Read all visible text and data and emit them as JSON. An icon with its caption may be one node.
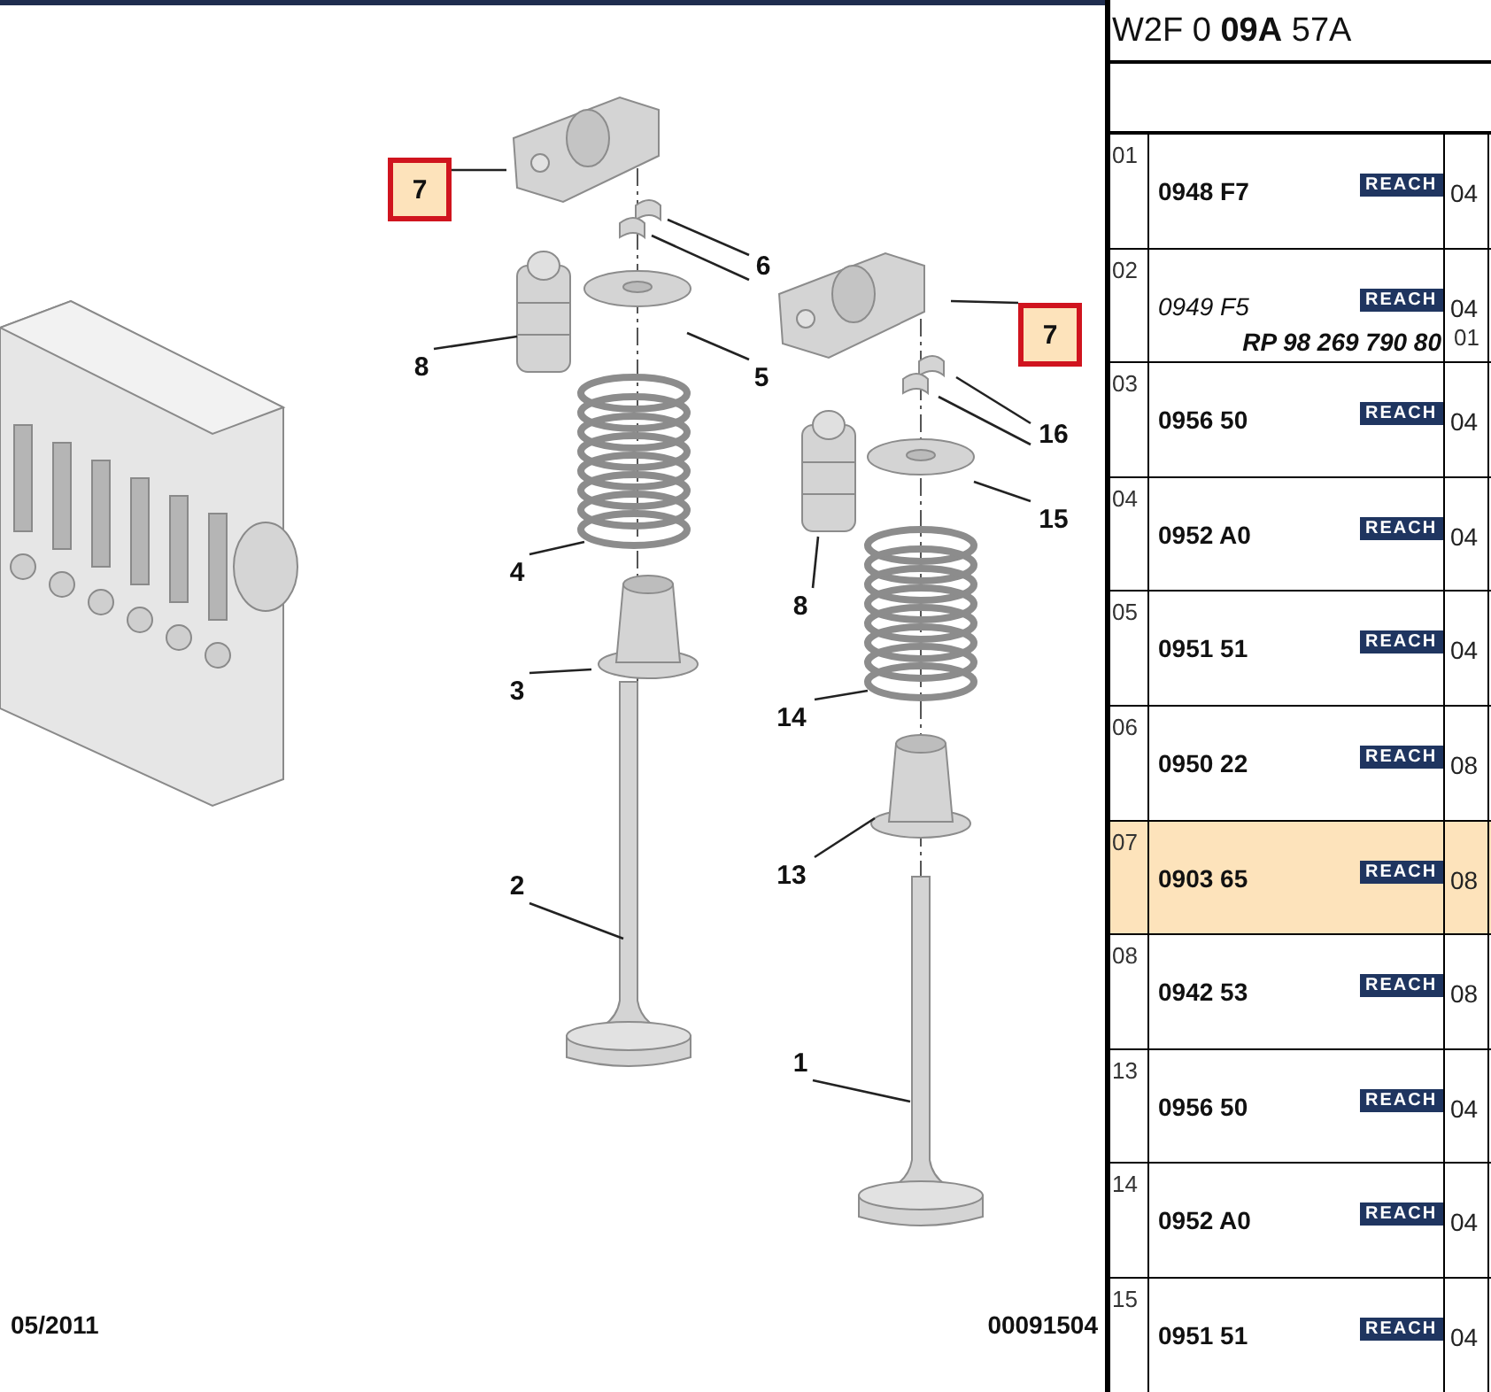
{
  "diagram": {
    "nodes": [
      {
        "text": [
          "7"
        ]
      },
      {
        "text": [
          "6"
        ]
      },
      {
        "text": [
          "7"
        ]
      },
      {
        "text": [
          "8"
        ]
      },
      {
        "text": [
          "5"
        ]
      },
      {
        "text": [
          "16"
        ]
      },
      {
        "text": [
          "15"
        ]
      },
      {
        "text": [
          "4"
        ]
      },
      {
        "text": [
          "8"
        ]
      },
      {
        "text": [
          "3"
        ]
      },
      {
        "text": [
          "14"
        ]
      },
      {
        "text": [
          "13"
        ]
      },
      {
        "text": [
          "2"
        ]
      },
      {
        "text": [
          "1"
        ]
      }
    ],
    "edges": [
      {
        "from": 0,
        "to": null,
        "arrow": "none"
      },
      {
        "from": 1,
        "to": null,
        "arrow": "none"
      },
      {
        "from": 1,
        "to": null,
        "arrow": "none"
      },
      {
        "from": 2,
        "to": null,
        "arrow": "none"
      },
      {
        "from": 3,
        "to": null,
        "arrow": "none"
      },
      {
        "from": 4,
        "to": null,
        "arrow": "none"
      },
      {
        "from": 5,
        "to": null,
        "arrow": "none"
      },
      {
        "from": 5,
        "to": null,
        "arrow": "none"
      },
      {
        "from": 6,
        "to": null,
        "arrow": "none"
      },
      {
        "from": 7,
        "to": null,
        "arrow": "none"
      },
      {
        "from": 8,
        "to": null,
        "arrow": "none"
      },
      {
        "from": 9,
        "to": null,
        "arrow": "none"
      },
      {
        "from": 10,
        "to": null,
        "arrow": "none"
      },
      {
        "from": 11,
        "to": null,
        "arrow": "none"
      },
      {
        "from": 12,
        "to": null,
        "arrow": "none"
      },
      {
        "from": 13,
        "to": null,
        "arrow": "none"
      }
    ],
    "labels": [
      "W2F 0 **09A** 57A",
      "01",
      "0948 F7",
      "REACH",
      "04",
      "02",
      "0949 F5",
      "REACH",
      "04",
      "RP 98 269 790 80",
      "01",
      "03",
      "0956 50",
      "REACH",
      "04",
      "04",
      "0952 A0",
      "REACH",
      "04",
      "05",
      "0951 51",
      "REACH",
      "04",
      "06",
      "0950 22",
      "REACH",
      "08",
      "07",
      "0903 65",
      "REACH",
      "08",
      "08",
      "0942 53",
      "REACH",
      "08",
      "13",
      "0956 50",
      "REACH",
      "04",
      "14",
      "0952 A0",
      "REACH",
      "04",
      "15",
      "0951 51",
      "REACH",
      "04",
      "05/2011",
      "00091504"
    ]
  }
}
